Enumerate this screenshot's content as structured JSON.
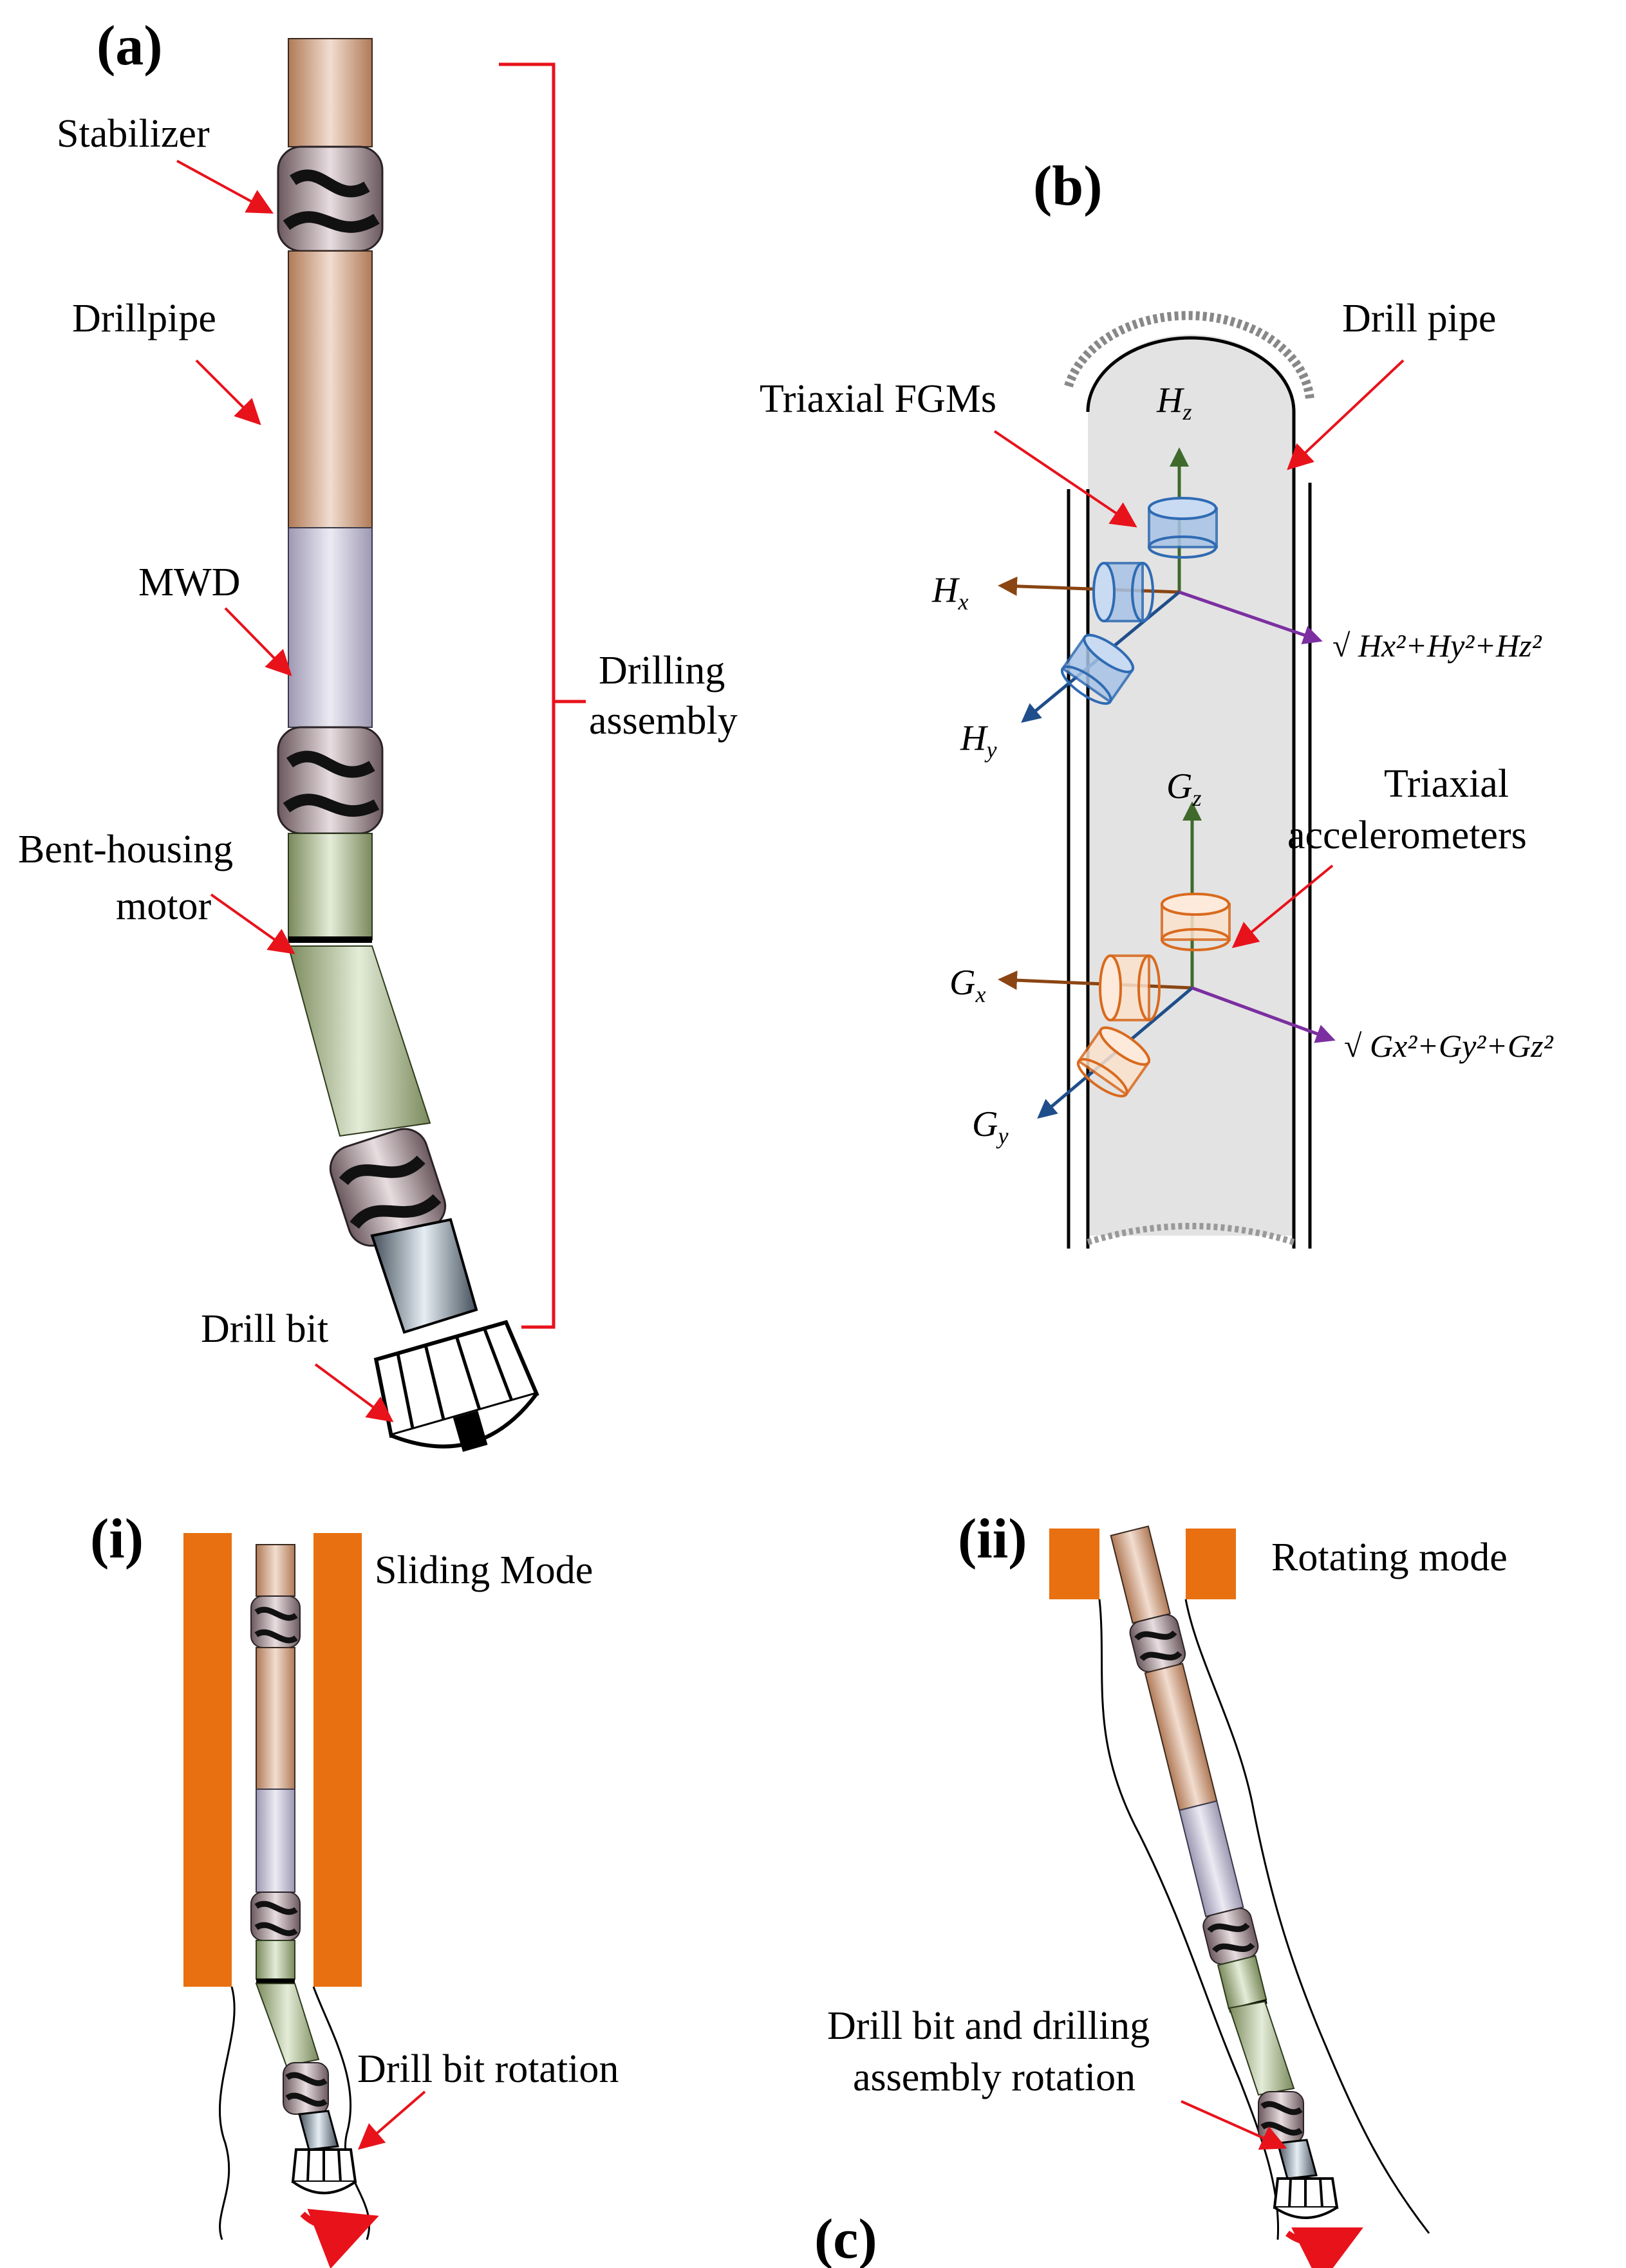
{
  "panels": {
    "a": "(a)",
    "b": "(b)",
    "c": "(c)",
    "i": "(i)",
    "ii": "(ii)"
  },
  "panel_a": {
    "stabilizer": "Stabilizer",
    "drillpipe": "Drillpipe",
    "mwd": "MWD",
    "bent_housing_1": "Bent-housing",
    "bent_housing_2": "motor",
    "drill_bit": "Drill bit",
    "drilling_assembly_1": "Drilling",
    "drilling_assembly_2": "assembly"
  },
  "panel_b": {
    "drill_pipe": "Drill pipe",
    "fgms": "Triaxial FGMs",
    "accel_1": "Triaxial",
    "accel_2": "accelerometers",
    "hz": "H",
    "hz_sub": "z",
    "hx": "H",
    "hx_sub": "x",
    "hy": "H",
    "hy_sub": "y",
    "gz": "G",
    "gz_sub": "z",
    "gx": "G",
    "gx_sub": "x",
    "gy": "G",
    "gy_sub": "y",
    "h_total": "√ Hx²+Hy²+Hz²",
    "g_total": "√ Gx²+Gy²+Gz²"
  },
  "panel_c": {
    "sliding": "Sliding Mode",
    "rotating": "Rotating mode",
    "bit_rotation": "Drill bit rotation",
    "assembly_rotation_1": "Drill bit and drilling",
    "assembly_rotation_2": "assembly rotation"
  },
  "colors": {
    "pipe": "#c49370",
    "mwd": "#b9b4c9",
    "motor": "#8fa071",
    "stabilizer": "#7f6e72",
    "casing": "#e87010",
    "arrow_red": "#e8121b",
    "hz_green": "#3f6a2c",
    "hx_brown": "#8a4513",
    "hy_blue": "#1f4e8a",
    "total_purple": "#7b2fa0",
    "fgm_blue": "#a8c3e6",
    "accel_orange": "#d96a1e"
  }
}
